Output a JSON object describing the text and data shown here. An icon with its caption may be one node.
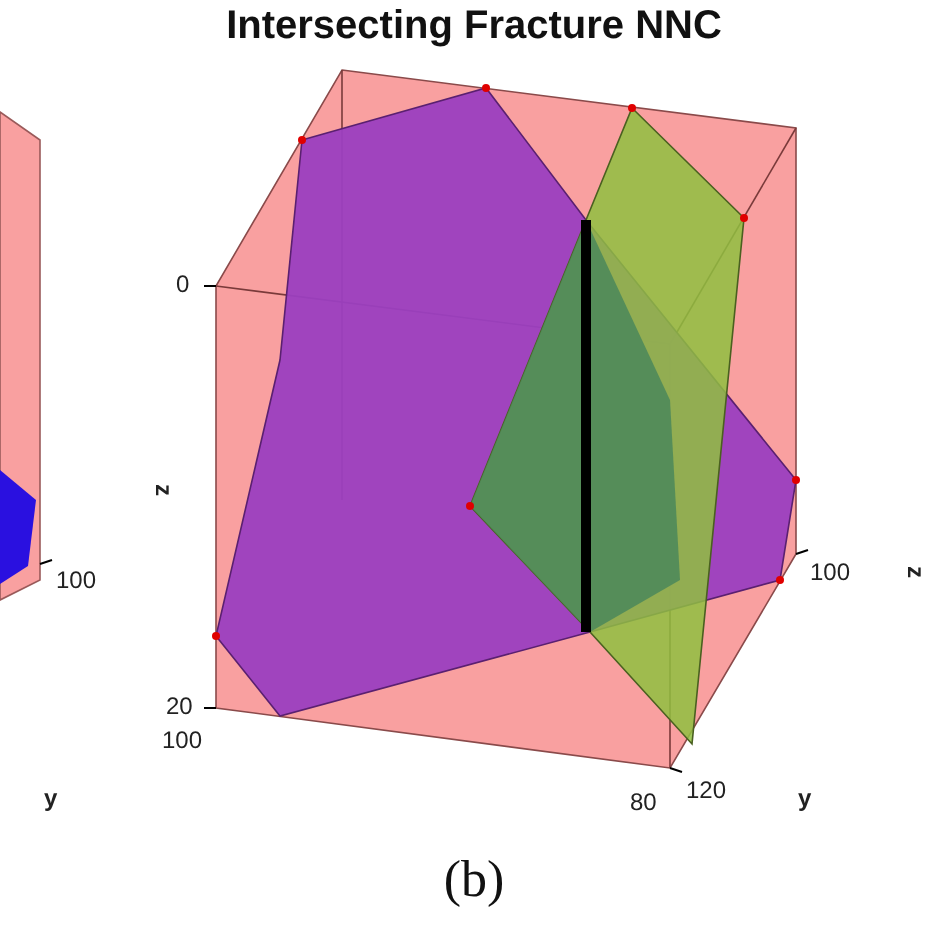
{
  "diagram": {
    "title": "Intersecting Fracture NNC",
    "caption": "(b)",
    "labels": [
      "0",
      "z",
      "100",
      "100",
      "20",
      "100",
      "y",
      "80",
      "120",
      "y",
      "z"
    ]
  }
}
